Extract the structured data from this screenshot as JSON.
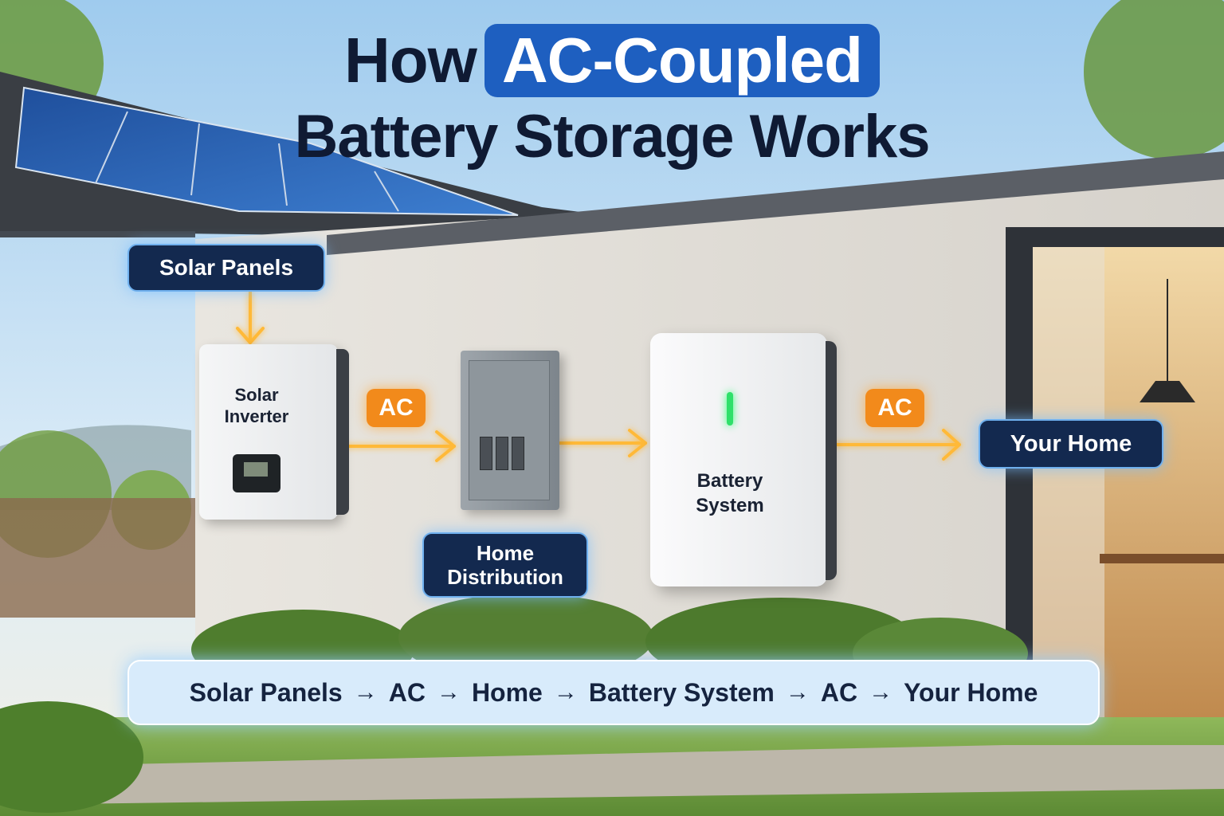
{
  "title": {
    "line1_prefix": "How",
    "line1_highlight": "AC-Coupled",
    "line2": "Battery Storage Works"
  },
  "nodes": {
    "solar_panels": "Solar Panels",
    "solar_inverter": "Solar Inverter",
    "home_distribution": "Home Distribution",
    "battery_system": "Battery System",
    "your_home": "Your Home"
  },
  "edges": [
    {
      "from": "solar_panels",
      "to": "solar_inverter",
      "label": ""
    },
    {
      "from": "solar_inverter",
      "to": "home_distribution",
      "label": "AC"
    },
    {
      "from": "home_distribution",
      "to": "battery_system",
      "label": ""
    },
    {
      "from": "battery_system",
      "to": "your_home",
      "label": "AC"
    }
  ],
  "summary": {
    "steps": [
      "Solar Panels",
      "AC",
      "Home",
      "Battery System",
      "AC",
      "Your Home"
    ],
    "arrow": "→"
  },
  "colors": {
    "accent_orange": "#f28a1b",
    "navy": "#13294f",
    "highlight_blue": "#1e5fc0",
    "flow_glow": "#ffb938"
  }
}
